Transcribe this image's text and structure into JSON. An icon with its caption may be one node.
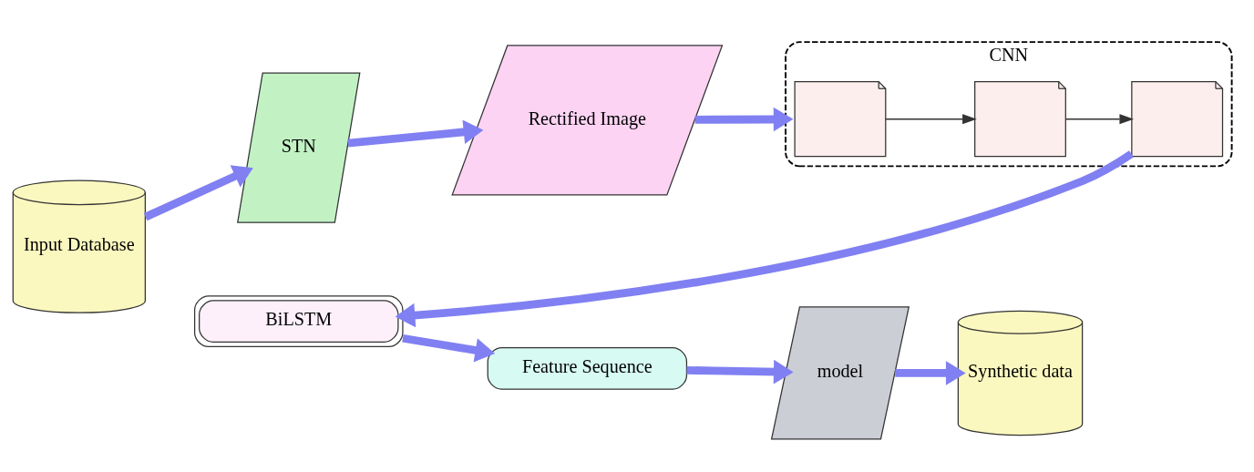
{
  "diagram": {
    "nodes": [
      {
        "text": [
          "Input Database"
        ]
      },
      {
        "text": [
          "STN"
        ]
      },
      {
        "text": [
          "Rectified Image"
        ]
      },
      {
        "text": [
          "CNN"
        ]
      },
      {
        "text": [],
        "shape": "document",
        "in": 3
      },
      {
        "text": [],
        "shape": "document",
        "in": 3
      },
      {
        "text": [],
        "shape": "document",
        "in": 3
      },
      {
        "text": [
          "BiLSTM"
        ]
      },
      {
        "text": [
          "Feature Sequence"
        ]
      },
      {
        "text": [
          "model"
        ]
      },
      {
        "text": [
          "Synthetic data"
        ]
      }
    ],
    "edges": [
      {
        "from": 0,
        "to": 1,
        "arrow": "to"
      },
      {
        "from": 1,
        "to": 2,
        "arrow": "to"
      },
      {
        "from": 2,
        "to": 3,
        "arrow": "to"
      },
      {
        "from": 4,
        "to": 5,
        "arrow": "to",
        "color": "#333333"
      },
      {
        "from": 5,
        "to": 6,
        "arrow": "to",
        "color": "#333333"
      },
      {
        "from": 6,
        "to": 7,
        "arrow": "to"
      },
      {
        "from": 7,
        "to": 8,
        "arrow": "to"
      },
      {
        "from": 8,
        "to": 9,
        "arrow": "to"
      },
      {
        "from": 9,
        "to": 10,
        "arrow": "to"
      }
    ]
  }
}
